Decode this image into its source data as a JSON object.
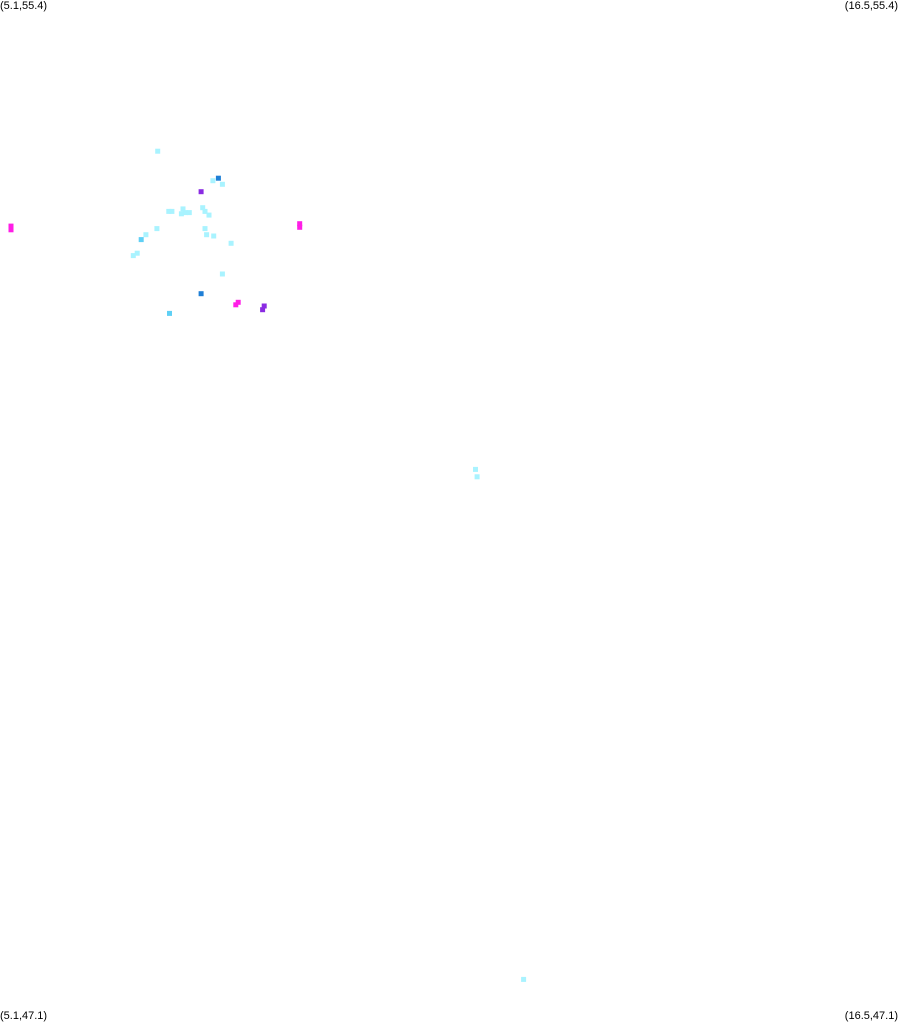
{
  "corners": {
    "top_left": "(5.1,55.4)",
    "top_right": "(16.5,55.4)",
    "bottom_left": "(5.1,47.1)",
    "bottom_right": "(16.5,47.1)"
  },
  "bounds": {
    "lon_min": 5.1,
    "lon_max": 16.5,
    "lat_min": 47.1,
    "lat_max": 55.4
  },
  "colors": {
    "light_cyan": "#a9f3ff",
    "sky_blue": "#5fd0f5",
    "blue": "#1f7fd6",
    "purple": "#8a2be2",
    "magenta": "#ff1ee6"
  },
  "chart_data": {
    "type": "scatter",
    "points": [
      {
        "lon": 7.1,
        "lat": 54.17,
        "color": "light_cyan"
      },
      {
        "lon": 7.87,
        "lat": 53.95,
        "color": "blue"
      },
      {
        "lon": 7.8,
        "lat": 53.93,
        "color": "light_cyan"
      },
      {
        "lon": 7.92,
        "lat": 53.9,
        "color": "light_cyan"
      },
      {
        "lon": 7.65,
        "lat": 53.84,
        "color": "purple"
      },
      {
        "lon": 7.45,
        "lat": 53.67,
        "color": "light_cyan"
      },
      {
        "lon": 7.5,
        "lat": 53.67,
        "color": "light_cyan"
      },
      {
        "lon": 7.4,
        "lat": 53.66,
        "color": "light_cyan"
      },
      {
        "lon": 7.7,
        "lat": 53.68,
        "color": "light_cyan"
      },
      {
        "lon": 7.75,
        "lat": 53.65,
        "color": "light_cyan"
      },
      {
        "lon": 7.42,
        "lat": 53.7,
        "color": "light_cyan"
      },
      {
        "lon": 7.67,
        "lat": 53.71,
        "color": "light_cyan"
      },
      {
        "lon": 7.24,
        "lat": 53.68,
        "color": "light_cyan"
      },
      {
        "lon": 7.28,
        "lat": 53.68,
        "color": "light_cyan"
      },
      {
        "lon": 5.24,
        "lat": 53.53,
        "color": "magenta"
      },
      {
        "lon": 5.24,
        "lat": 53.56,
        "color": "magenta"
      },
      {
        "lon": 8.9,
        "lat": 53.55,
        "color": "magenta"
      },
      {
        "lon": 8.9,
        "lat": 53.58,
        "color": "magenta"
      },
      {
        "lon": 7.09,
        "lat": 53.54,
        "color": "light_cyan"
      },
      {
        "lon": 7.7,
        "lat": 53.54,
        "color": "light_cyan"
      },
      {
        "lon": 7.72,
        "lat": 53.49,
        "color": "light_cyan"
      },
      {
        "lon": 7.81,
        "lat": 53.48,
        "color": "light_cyan"
      },
      {
        "lon": 6.95,
        "lat": 53.49,
        "color": "light_cyan"
      },
      {
        "lon": 6.89,
        "lat": 53.45,
        "color": "sky_blue"
      },
      {
        "lon": 8.03,
        "lat": 53.42,
        "color": "light_cyan"
      },
      {
        "lon": 6.84,
        "lat": 53.34,
        "color": "light_cyan"
      },
      {
        "lon": 6.79,
        "lat": 53.32,
        "color": "light_cyan"
      },
      {
        "lon": 7.92,
        "lat": 53.17,
        "color": "light_cyan"
      },
      {
        "lon": 7.65,
        "lat": 53.01,
        "color": "blue"
      },
      {
        "lon": 8.12,
        "lat": 52.94,
        "color": "magenta"
      },
      {
        "lon": 8.09,
        "lat": 52.92,
        "color": "magenta"
      },
      {
        "lon": 8.45,
        "lat": 52.91,
        "color": "purple"
      },
      {
        "lon": 8.43,
        "lat": 52.88,
        "color": "purple"
      },
      {
        "lon": 7.25,
        "lat": 52.85,
        "color": "sky_blue"
      },
      {
        "lon": 11.13,
        "lat": 51.58,
        "color": "light_cyan"
      },
      {
        "lon": 11.15,
        "lat": 51.52,
        "color": "light_cyan"
      },
      {
        "lon": 11.74,
        "lat": 47.43,
        "color": "light_cyan"
      }
    ]
  }
}
